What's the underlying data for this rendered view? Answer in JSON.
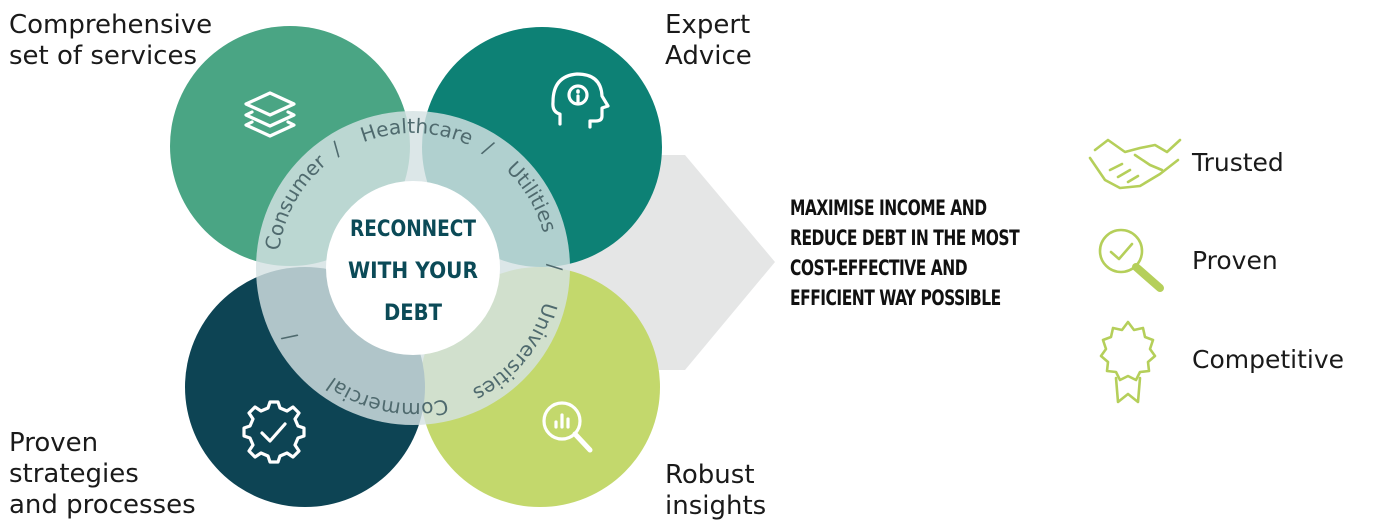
{
  "center": {
    "line1": "RECONNECT",
    "line2": "WITH YOUR",
    "line3": "DEBT"
  },
  "sectors": [
    "Healthcare",
    "Utilities",
    "Universities",
    "Commercial",
    "Consumer"
  ],
  "separator": "/",
  "corner_labels": {
    "top_left": "Comprehensive\nset of services",
    "top_right": "Expert\nAdvice",
    "bottom_left": "Proven\nstrategies\nand processes",
    "bottom_right": "Robust\ninsights"
  },
  "icons": {
    "top_left": "layers-icon",
    "top_right": "head-info-icon",
    "bottom_left": "gear-check-icon",
    "bottom_right": "magnify-chart-icon"
  },
  "headline": "MAXIMISE INCOME AND REDUCE DEBT IN THE MOST COST-EFFECTIVE AND EFFICIENT WAY POSSIBLE",
  "benefits": [
    {
      "label": "Trusted",
      "icon": "handshake-icon"
    },
    {
      "label": "Proven",
      "icon": "check-magnifier-icon"
    },
    {
      "label": "Competitive",
      "icon": "award-ribbon-icon"
    }
  ],
  "colors": {
    "petal_top_left": "#4aa584",
    "petal_top_right": "#0a7f73",
    "petal_bottom_left": "#0a4252",
    "petal_bottom_right": "#c2d769",
    "ring": "#d0dedf",
    "center_text": "#0b4a57",
    "arrow": "#e5e6e6",
    "benefit_icon": "#b5cf5a"
  }
}
